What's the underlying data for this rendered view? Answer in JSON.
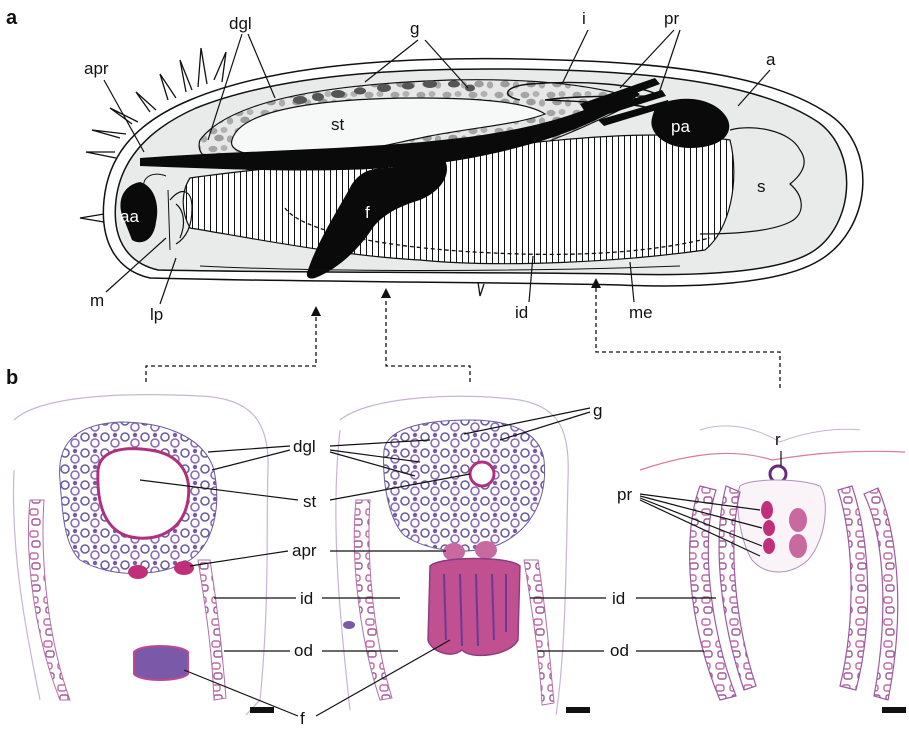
{
  "panels": {
    "a": "a",
    "b": "b"
  },
  "labels_a": {
    "dgl": "dgl",
    "g": "g",
    "i": "i",
    "pr": "pr",
    "a": "a",
    "apr": "apr",
    "st": "st",
    "pa": "pa",
    "aa": "aa",
    "s": "s",
    "f": "f",
    "m": "m",
    "lp": "lp",
    "id": "id",
    "me": "me"
  },
  "labels_b": {
    "dgl_1": "dgl",
    "g": "g",
    "st": "st",
    "apr": "apr",
    "id_1": "id",
    "od_1": "od",
    "f": "f",
    "r": "r",
    "pr": "pr",
    "id_2": "id",
    "od_2": "od"
  },
  "colors": {
    "body_fill": "#e9eaea",
    "gland_fill": "#a9a9a9",
    "organ_fill": "#0a0a0a",
    "tissue_pink": "#d07ab0",
    "tissue_purple": "#6a5aa0",
    "tissue_magenta": "#c0307a"
  }
}
